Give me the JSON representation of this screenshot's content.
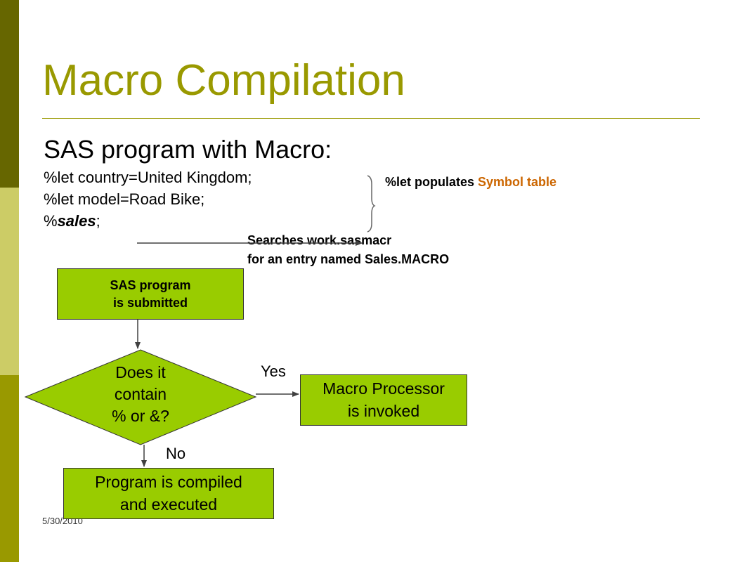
{
  "slide": {
    "title": "Macro Compilation",
    "subtitle": "SAS program with Macro:",
    "code_lines": [
      "%let country=United Kingdom;",
      "%let model=Road Bike;"
    ],
    "code_line3_prefix": "%",
    "code_line3_name": "sales",
    "code_line3_suffix": ";",
    "date": "5/30/2010"
  },
  "annotations": {
    "let_note_prefix": "%let populates ",
    "let_note_highlight": "Symbol table",
    "search_line1": "Searches work.sasmacr",
    "search_line2": "for an entry named Sales.MACRO"
  },
  "flowchart": {
    "submitted_line1": "SAS program",
    "submitted_line2": "is submitted",
    "decision_line1": "Does it",
    "decision_line2": "contain",
    "decision_line3": "% or &?",
    "yes_label": "Yes",
    "no_label": "No",
    "macro_line1": "Macro Processor",
    "macro_line2": "is invoked",
    "compiled_line1": "Program is compiled",
    "compiled_line2": "and executed"
  },
  "colors": {
    "title": "#999900",
    "box_fill": "#99cc00",
    "highlight": "#cc6600",
    "bar_dark": "#666600",
    "bar_light": "#cccc66",
    "bar_mid": "#999900"
  }
}
